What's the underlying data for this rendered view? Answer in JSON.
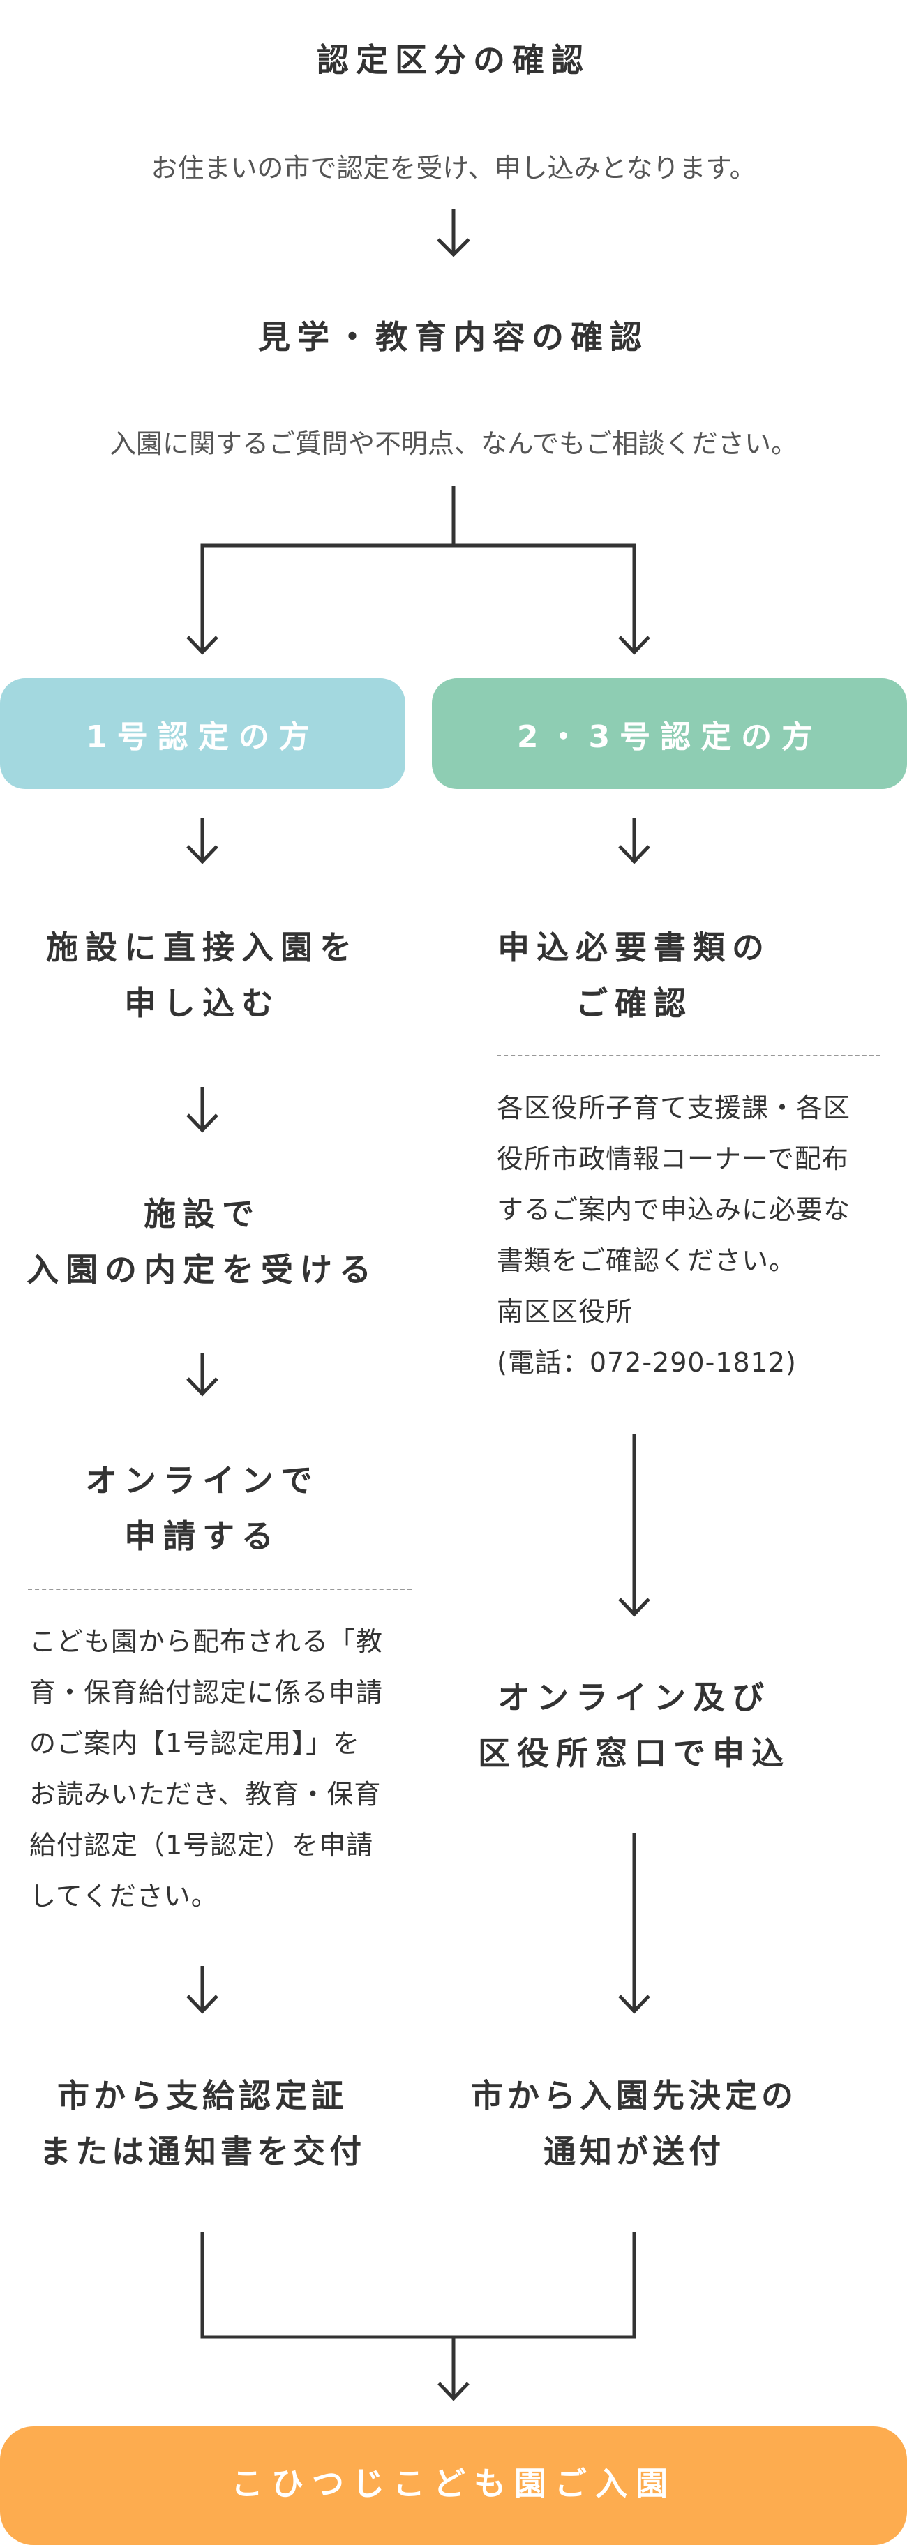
{
  "steps": {
    "step1_title": "認定区分の確認",
    "step1_desc": "お住まいの市で認定を受け、申し込みとなります。",
    "step2_title": "見学・教育内容の確認",
    "step2_desc": "入園に関するご質問や不明点、なんでもご相談ください。"
  },
  "branches": {
    "left_label": "1号認定の方",
    "right_label": "2・3号認定の方",
    "left_color": "#a3d8df",
    "right_color": "#8ecdb3"
  },
  "left": {
    "s1": [
      "施設に直接入園を",
      "申し込む"
    ],
    "s2": [
      "施設で",
      "入園の内定を受ける"
    ],
    "s3": [
      "オンラインで",
      "申請する"
    ],
    "s3_note": [
      "こども園から配布される「教",
      "育・保育給付認定に係る申請",
      "のご案内【1号認定用】」を",
      "お読みいただき、教育・保育",
      "給付認定（1号認定）を申請",
      "してください。"
    ],
    "s4": [
      "市から支給認定証",
      "または通知書を交付"
    ]
  },
  "right": {
    "s1": [
      "申込必要書類の",
      "ご確認"
    ],
    "s1_note": [
      "各区役所子育て支援課・各区",
      "役所市政情報コーナーで配布",
      "するご案内で申込みに必要な",
      "書類をご確認ください。",
      "南区区役所",
      "(電話：072-290-1812)"
    ],
    "s2": [
      "オンライン及び",
      "区役所窓口で申込"
    ],
    "s3": [
      "市から入園先決定の",
      "通知が送付"
    ]
  },
  "final": {
    "label": "こひつじこども園ご入園",
    "color": "#fdac4f"
  }
}
